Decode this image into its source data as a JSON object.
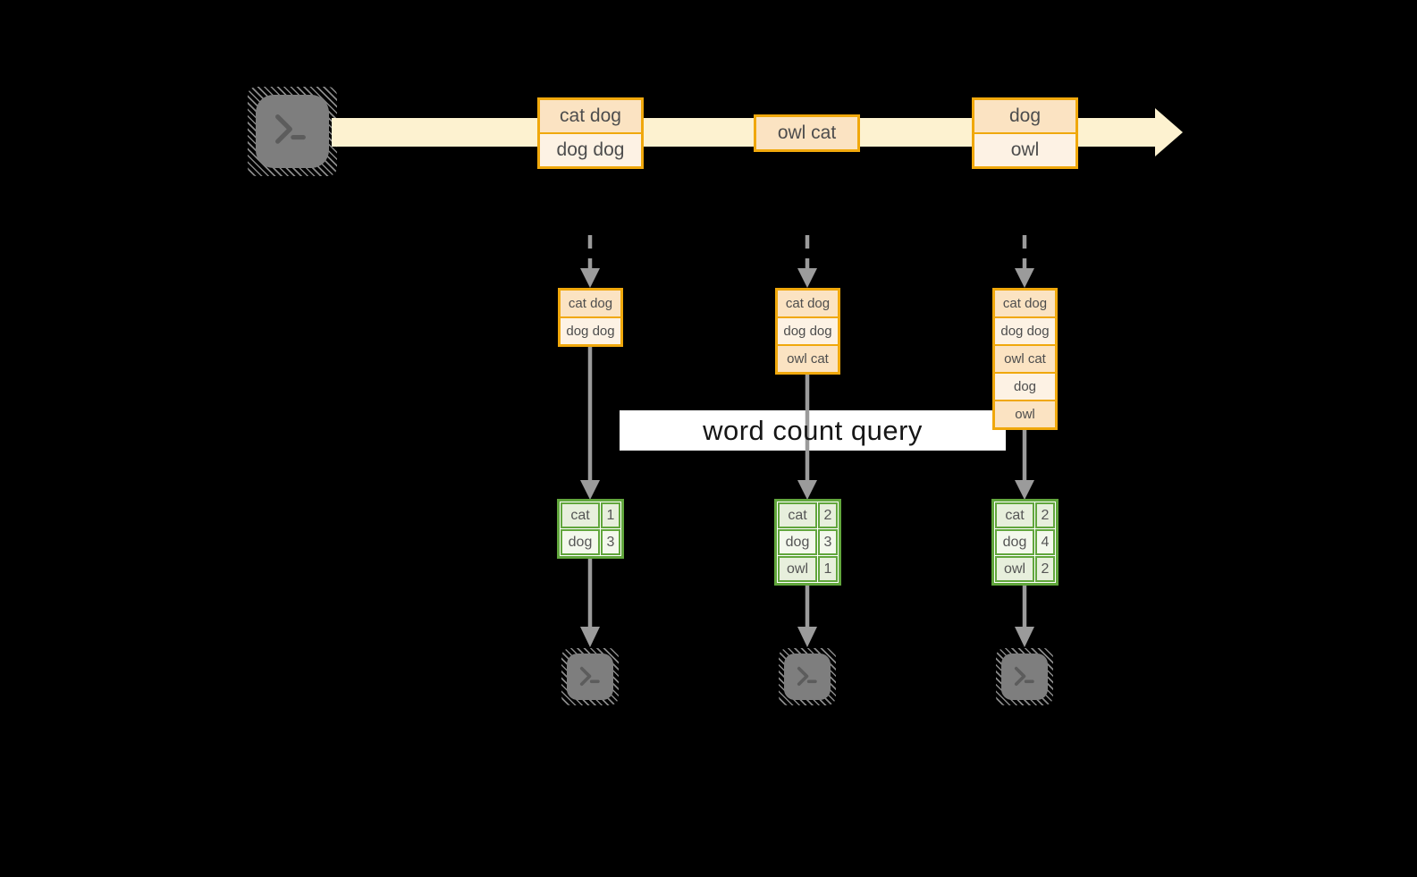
{
  "query_label": "word count query",
  "stream": {
    "batches": [
      {
        "lines": [
          "cat dog",
          "dog dog"
        ]
      },
      {
        "lines": [
          "owl cat"
        ]
      },
      {
        "lines": [
          "dog",
          "owl"
        ]
      }
    ]
  },
  "columns": [
    {
      "input_lines": [
        "cat dog",
        "dog dog"
      ],
      "result": [
        {
          "word": "cat",
          "count": "1"
        },
        {
          "word": "dog",
          "count": "3"
        }
      ]
    },
    {
      "input_lines": [
        "cat dog",
        "dog dog",
        "owl cat"
      ],
      "result": [
        {
          "word": "cat",
          "count": "2"
        },
        {
          "word": "dog",
          "count": "3"
        },
        {
          "word": "owl",
          "count": "1"
        }
      ]
    },
    {
      "input_lines": [
        "cat dog",
        "dog dog",
        "owl cat",
        "dog",
        "owl"
      ],
      "result": [
        {
          "word": "cat",
          "count": "2"
        },
        {
          "word": "dog",
          "count": "4"
        },
        {
          "word": "owl",
          "count": "2"
        }
      ]
    }
  ],
  "icons": {
    "source": "terminal-prompt-icon",
    "sinks": [
      "terminal-prompt-icon",
      "terminal-prompt-icon",
      "terminal-prompt-icon"
    ]
  },
  "colors": {
    "background": "#000000",
    "stream_band": "#fdf2d0",
    "orange_border": "#f0a80c",
    "orange_cell_dark": "#fbe3c2",
    "orange_cell_light": "#fdf2e4",
    "green_border": "#61a63c",
    "green_cell_dark": "#e7efdc",
    "green_cell_light": "#f3f8ec",
    "arrow_gray": "#9b9b9b",
    "terminal_gray": "#7e7e7e"
  }
}
